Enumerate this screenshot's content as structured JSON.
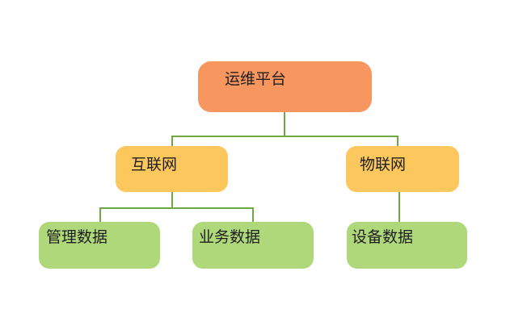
{
  "diagram": {
    "type": "tree",
    "root": {
      "label": "运维平台",
      "children": [
        {
          "label": "互联网",
          "children": [
            {
              "label": "管理数据"
            },
            {
              "label": "业务数据"
            }
          ]
        },
        {
          "label": "物联网",
          "children": [
            {
              "label": "设备数据"
            }
          ]
        }
      ]
    }
  },
  "colors": {
    "root_node_fill": "#F8965F",
    "level2_node_fill": "#FCC75C",
    "level3_node_fill": "#AFD87A",
    "connector_line": "#6FA843",
    "node_text": "#1E1E1E",
    "background": "#FFFFFF"
  }
}
